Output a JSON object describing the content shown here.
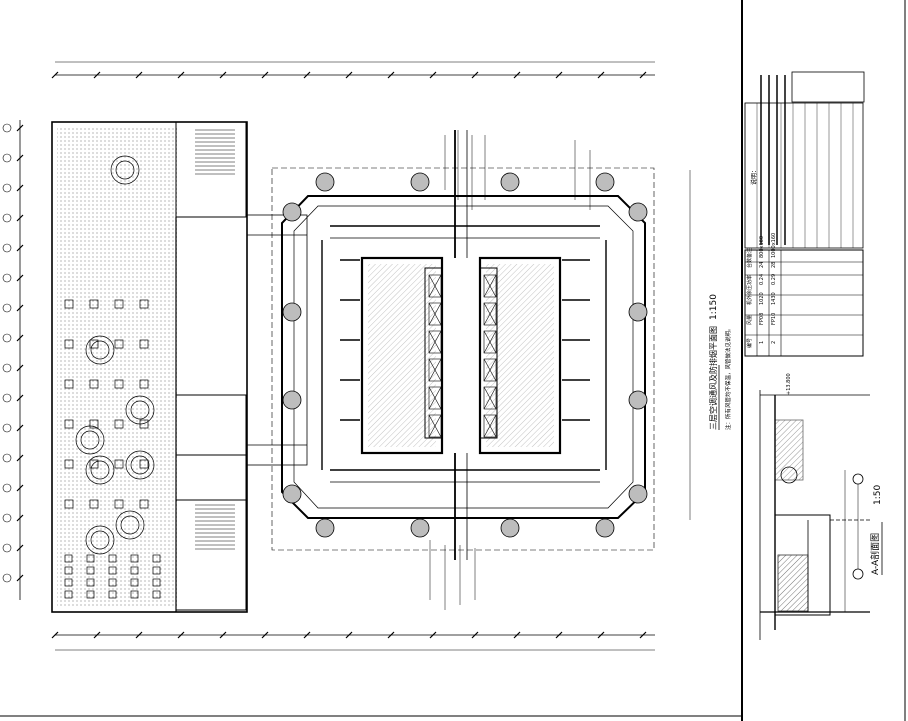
{
  "plan": {
    "title": "三层空调通风及防排烟平面图",
    "scale": "1:150",
    "note": "注：所有风管均不保温，风管做法见说明。"
  },
  "section": {
    "title": "A-A剖面图",
    "scale": "1:50",
    "elevation_top": "+13.800"
  },
  "legend": {
    "notes_head": "说明：",
    "table_headers": [
      "编号",
      "风量",
      "机外余压",
      "功率",
      "台数",
      "备注"
    ],
    "row1": [
      "1",
      "FP08",
      "1020",
      "0.24",
      "24",
      "800x160"
    ],
    "row2": [
      "2",
      "FP10",
      "1430",
      "0.29",
      "28",
      "1000x160"
    ]
  },
  "colors": {
    "line": "#000000",
    "column": "#bdbdbd",
    "hatch": "#6e6e6e"
  }
}
